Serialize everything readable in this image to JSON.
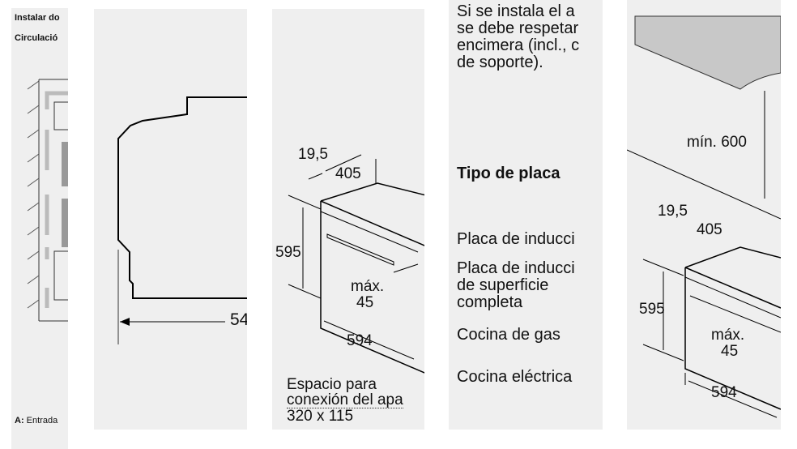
{
  "panel1": {
    "heading1": "Instalar do",
    "heading2": "Circulació",
    "legend_key": "A:",
    "legend_text": "Entrada"
  },
  "panel2": {
    "dimension": "54"
  },
  "panel3": {
    "dim_195": "19,5",
    "dim_405": "405",
    "dim_595": "595",
    "dim_max": "máx.",
    "dim_45": "45",
    "dim_594": "594",
    "caption_line1": "Espacio para",
    "caption_line2": "conexión del apa",
    "caption_line3": "320 x 115"
  },
  "panel4": {
    "intro_line1": "Si se instala el a",
    "intro_line2": "se debe respetar",
    "intro_line3": "encimera (incl., c",
    "intro_line4": "de soporte).",
    "heading": "Tipo de placa",
    "items": [
      "Placa de inducci",
      "Placa de inducci",
      "de superficie",
      "completa",
      "Cocina de gas",
      "Cocina eléctrica"
    ]
  },
  "panel5": {
    "dim_min": "mín. 600",
    "dim_195": "19,5",
    "dim_405": "405",
    "dim_595": "595",
    "dim_max": "máx.",
    "dim_45": "45",
    "dim_594": "594"
  }
}
